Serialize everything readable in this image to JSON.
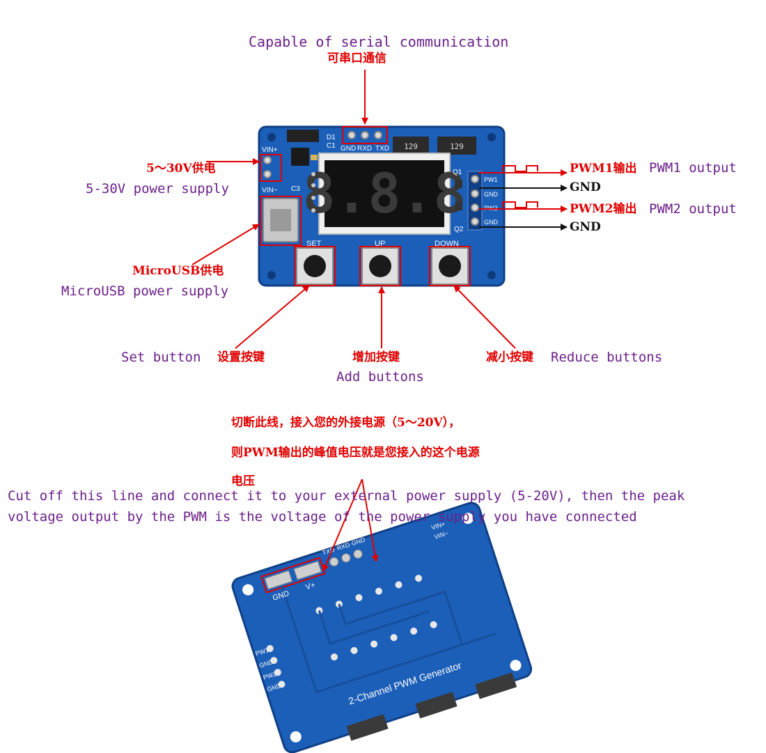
{
  "top": {
    "serial_en": "Capable of serial communication",
    "serial_cn": "可串口通信"
  },
  "left": {
    "supply_cn": "5～30V供电",
    "supply_en": "5-30V power supply",
    "usb_cn": "MicroUSB供电",
    "usb_en": "MicroUSB power supply"
  },
  "right": {
    "pwm1_cn": "PWM1输出",
    "pwm1_en": "PWM1 output",
    "gnd1": "GND",
    "pwm2_cn": "PWM2输出",
    "pwm2_en": "PWM2 output",
    "gnd2": "GND"
  },
  "buttons": {
    "set_en": "Set button",
    "set_cn": "设置按键",
    "add_cn": "增加按键",
    "add_en": "Add buttons",
    "reduce_cn": "减小按键",
    "reduce_en": "Reduce buttons"
  },
  "note": {
    "cn_line1": "切断此线，接入您的外接电源（5～20V），",
    "cn_line2": "则PWM输出的峰值电压就是您接入的这个电源",
    "cn_line3": "电压",
    "en_line1": "Cut off this line and connect it to your external power supply (5-20V), then the peak",
    "en_line2": "voltage output by the PWM is the voltage of the power supply you have connected"
  },
  "front_board": {
    "display": "8.8.8",
    "silk": {
      "vin_plus": "VIN+",
      "vin_minus": "VIN−",
      "gnd": "GND",
      "rxd": "RXD",
      "txd": "TXD",
      "d1": "D1",
      "c1": "C1",
      "c3": "C3",
      "q1": "Q1",
      "q2": "Q2",
      "pw1": "PW1",
      "pw2": "PW2",
      "set": "SET",
      "up": "UP",
      "down": "DOWN",
      "mosfet1": "129",
      "mosfet2": "129"
    }
  },
  "back_board": {
    "title": "2-Channel PWM Generator",
    "silk": {
      "gnd": "GND",
      "v_plus": "V+",
      "txd": "TXD",
      "rxd": "RXD",
      "gnd2": "GND",
      "vin_plus": "VIN+",
      "vin_minus": "VIN−",
      "pw1": "PW1",
      "gnd3": "GND",
      "pw2": "PW2",
      "gnd4": "GND"
    }
  },
  "colors": {
    "pcb_blue": "#1c5fb8",
    "annotation_red": "#e00000",
    "label_purple": "#6b1f8a"
  }
}
